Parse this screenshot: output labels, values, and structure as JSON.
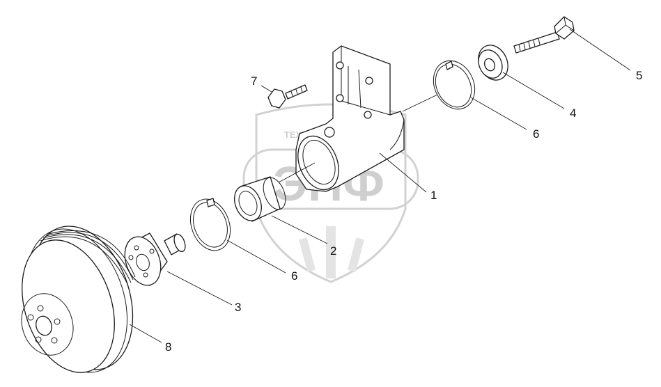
{
  "watermark": {
    "top_text": "ТЕХНИКА ЗАПЧАСТИ",
    "logo_text": "ЭПФ"
  },
  "callouts": [
    {
      "id": "bracket",
      "label": "1"
    },
    {
      "id": "bushing",
      "label": "2"
    },
    {
      "id": "hub",
      "label": "3"
    },
    {
      "id": "washer",
      "label": "4"
    },
    {
      "id": "long-bolt",
      "label": "5"
    },
    {
      "id": "snap-ring-upper",
      "label": "6"
    },
    {
      "id": "snap-ring-lower",
      "label": "6"
    },
    {
      "id": "short-bolt",
      "label": "7"
    },
    {
      "id": "pulley",
      "label": "8"
    }
  ]
}
